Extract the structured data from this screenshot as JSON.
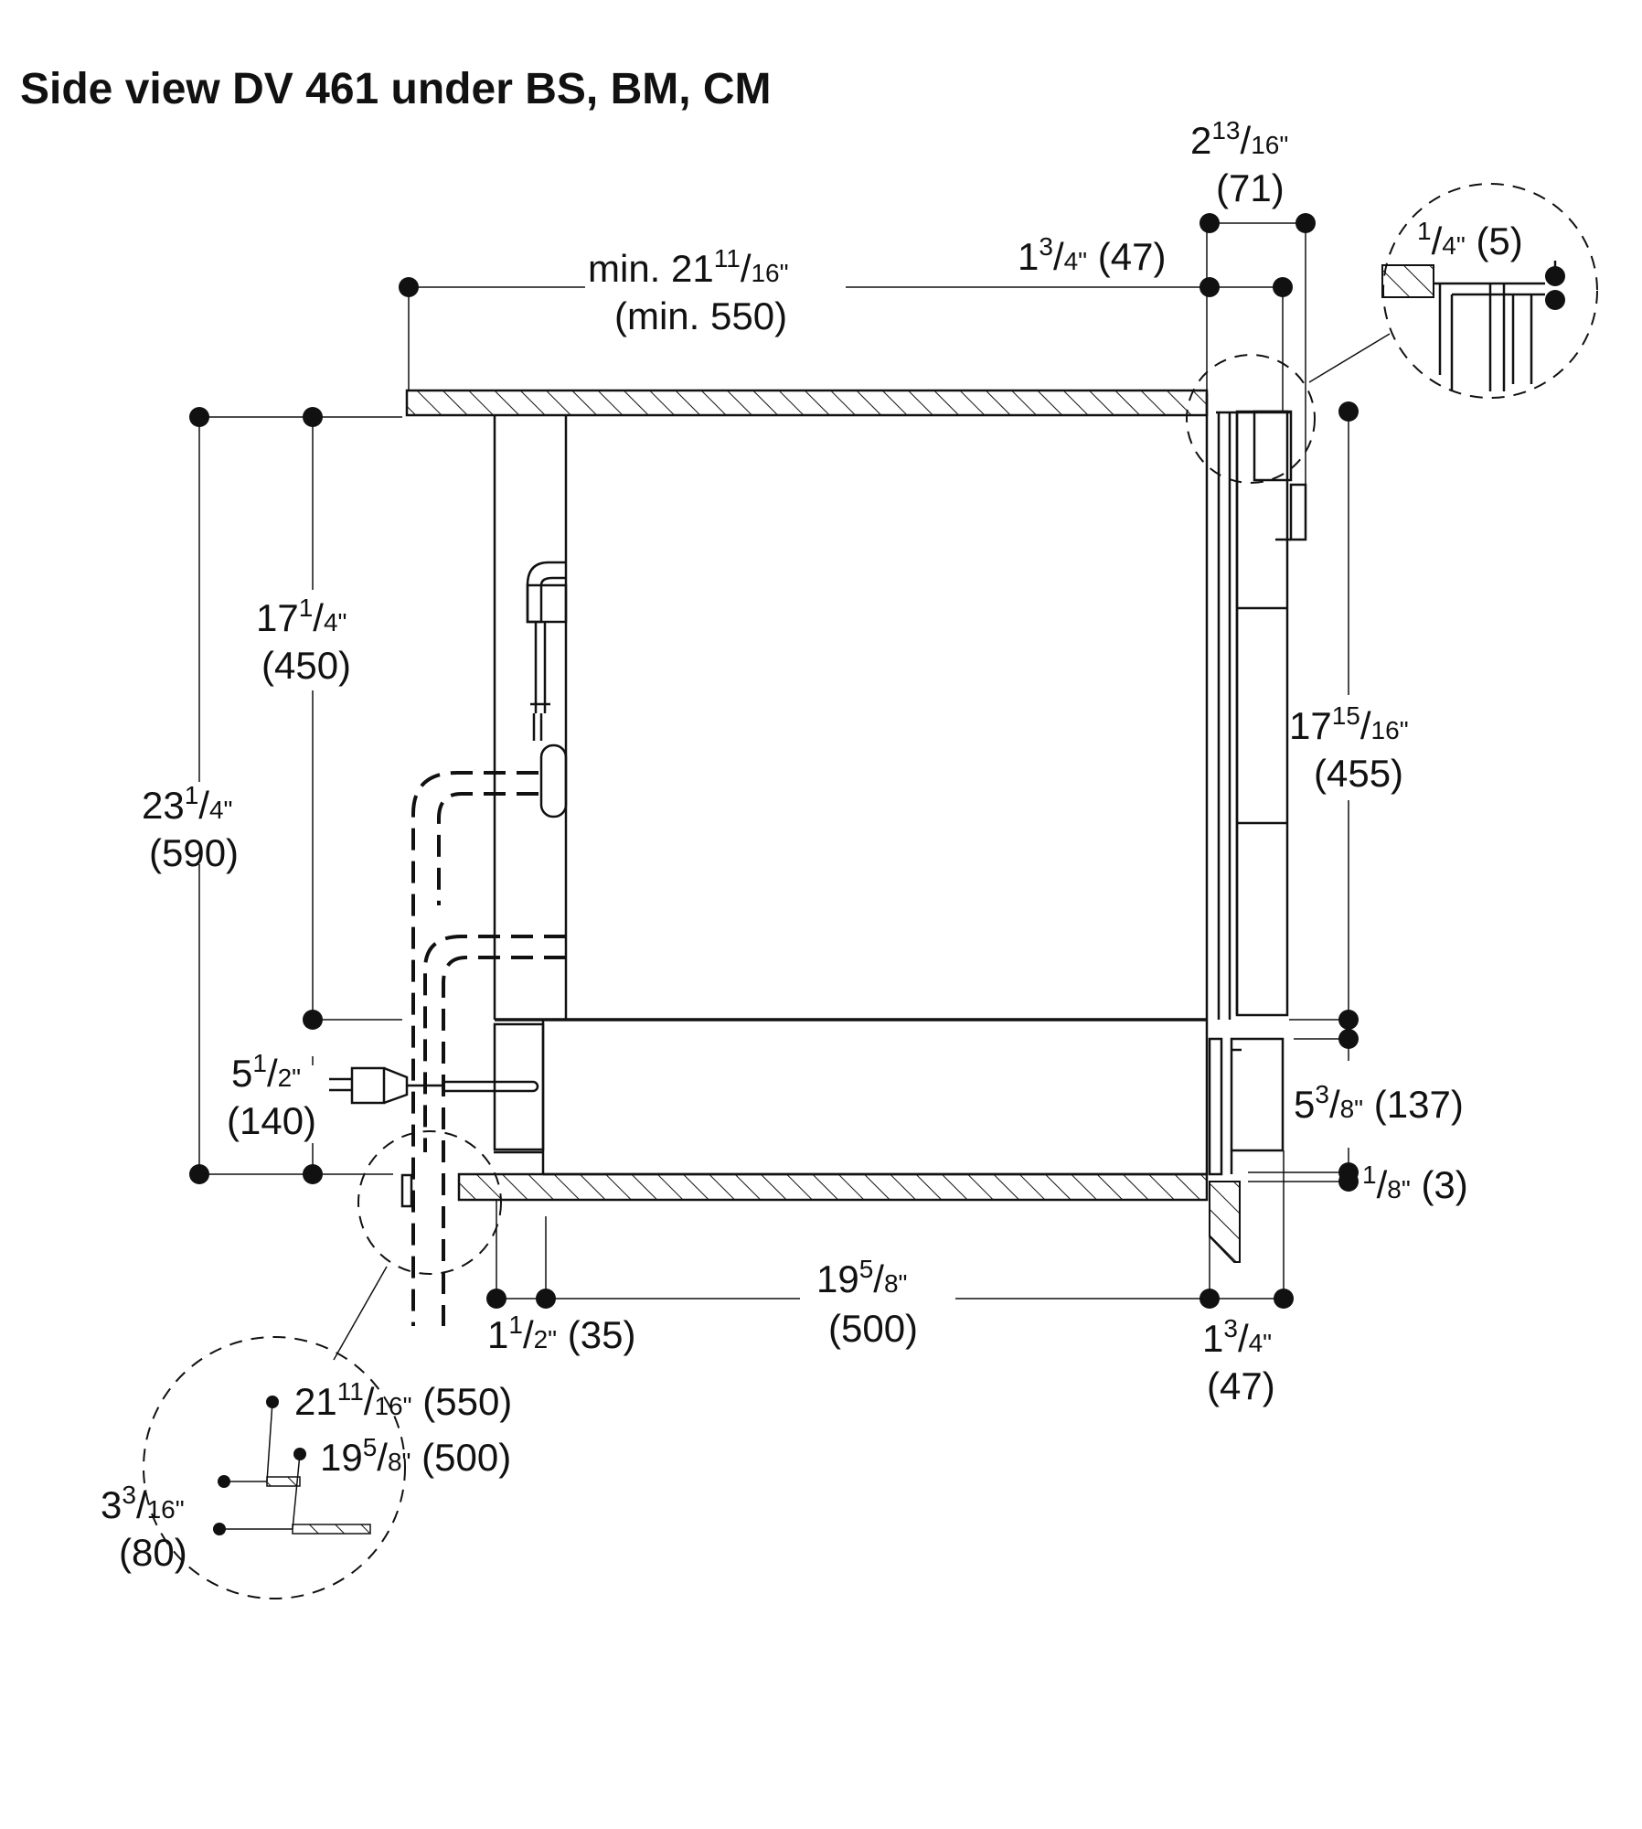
{
  "title": "Side view DV 461 under BS, BM, CM",
  "dimensions": {
    "min_width_in": {
      "whole": "min. 21",
      "num": "11",
      "den": "16\""
    },
    "min_width_mm": "(min. 550)",
    "top_depth_in": {
      "whole": "2",
      "num": "13",
      "den": "16\""
    },
    "top_depth_mm": "(71)",
    "panel_in": {
      "whole": "1",
      "num": "3",
      "den": "4\""
    },
    "panel_mm": "(47)",
    "gap_in": {
      "whole": "",
      "num": "1",
      "den": "4\""
    },
    "gap_mm": "(5)",
    "height_upper_in": {
      "whole": "17",
      "num": "1",
      "den": "4\""
    },
    "height_upper_mm": "(450)",
    "height_total_in": {
      "whole": "23",
      "num": "1",
      "den": "4\""
    },
    "height_total_mm": "(590)",
    "door_height_in": {
      "whole": "17",
      "num": "15",
      "den": "16\""
    },
    "door_height_mm": "(455)",
    "plug_height_in": {
      "whole": "5",
      "num": "1",
      "den": "2\""
    },
    "plug_height_mm": "(140)",
    "drawer_height_in": {
      "whole": "5",
      "num": "3",
      "den": "8\""
    },
    "drawer_height_mm": "(137)",
    "small_gap_in": {
      "whole": "",
      "num": "1",
      "den": "8\""
    },
    "small_gap_mm": "(3)",
    "depth_in": {
      "whole": "19",
      "num": "5",
      "den": "8\""
    },
    "depth_mm": "(500)",
    "rear_in": {
      "whole": "1",
      "num": "1",
      "den": "2\""
    },
    "rear_mm": "(35)",
    "front_in": {
      "whole": "1",
      "num": "3",
      "den": "4\""
    },
    "front_mm": "(47)",
    "detail_550_in": {
      "whole": "21",
      "num": "11",
      "den": "16\""
    },
    "detail_550_mm": "(550)",
    "detail_500_in": {
      "whole": "19",
      "num": "5",
      "den": "8\""
    },
    "detail_500_mm": "(500)",
    "detail_80_in": {
      "whole": "3",
      "num": "3",
      "den": "16\""
    },
    "detail_80_mm": "(80)"
  }
}
